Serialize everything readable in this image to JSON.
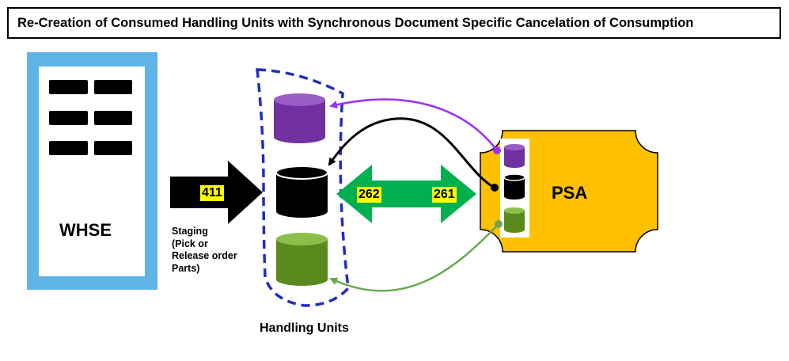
{
  "title": "Re-Creation of Consumed Handling Units with Synchronous Document Specific Cancelation of Consumption",
  "warehouse": {
    "label": "WHSE"
  },
  "staging_movement": {
    "code": "411",
    "note": [
      "Staging",
      "(Pick or",
      "Release order",
      "Parts)"
    ]
  },
  "handling_units": {
    "label": "Handling Units",
    "units": [
      {
        "color": "#7030a0"
      },
      {
        "color": "#000000"
      },
      {
        "color": "#5a8a1e"
      }
    ]
  },
  "exchange_movements": {
    "left_code": "262",
    "right_code": "261"
  },
  "psa": {
    "label": "PSA",
    "units": [
      {
        "color": "#7030a0"
      },
      {
        "color": "#000000"
      },
      {
        "color": "#5a8a1e"
      }
    ]
  },
  "colors": {
    "whse_frame": "#5fb4e5",
    "psa_fill": "#ffc000",
    "exchange_arrow": "#00b050",
    "highlight": "#ffff00",
    "group_outline": "#1f2fbf",
    "return_purple": "#9b30ff",
    "return_green": "#6aa84f"
  }
}
